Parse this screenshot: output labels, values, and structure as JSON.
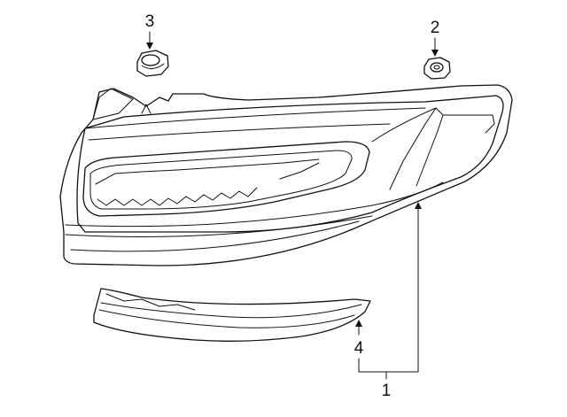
{
  "callouts": [
    {
      "id": "1",
      "label": "1"
    },
    {
      "id": "2",
      "label": "2"
    },
    {
      "id": "3",
      "label": "3"
    },
    {
      "id": "4",
      "label": "4"
    }
  ],
  "parts": [
    {
      "callout": "1",
      "name": "tail-lamp-assembly"
    },
    {
      "callout": "2",
      "name": "nut-small"
    },
    {
      "callout": "3",
      "name": "nut-large"
    },
    {
      "callout": "4",
      "name": "reflector-lens"
    }
  ],
  "colors": {
    "line": "#111111",
    "background": "#ffffff"
  }
}
